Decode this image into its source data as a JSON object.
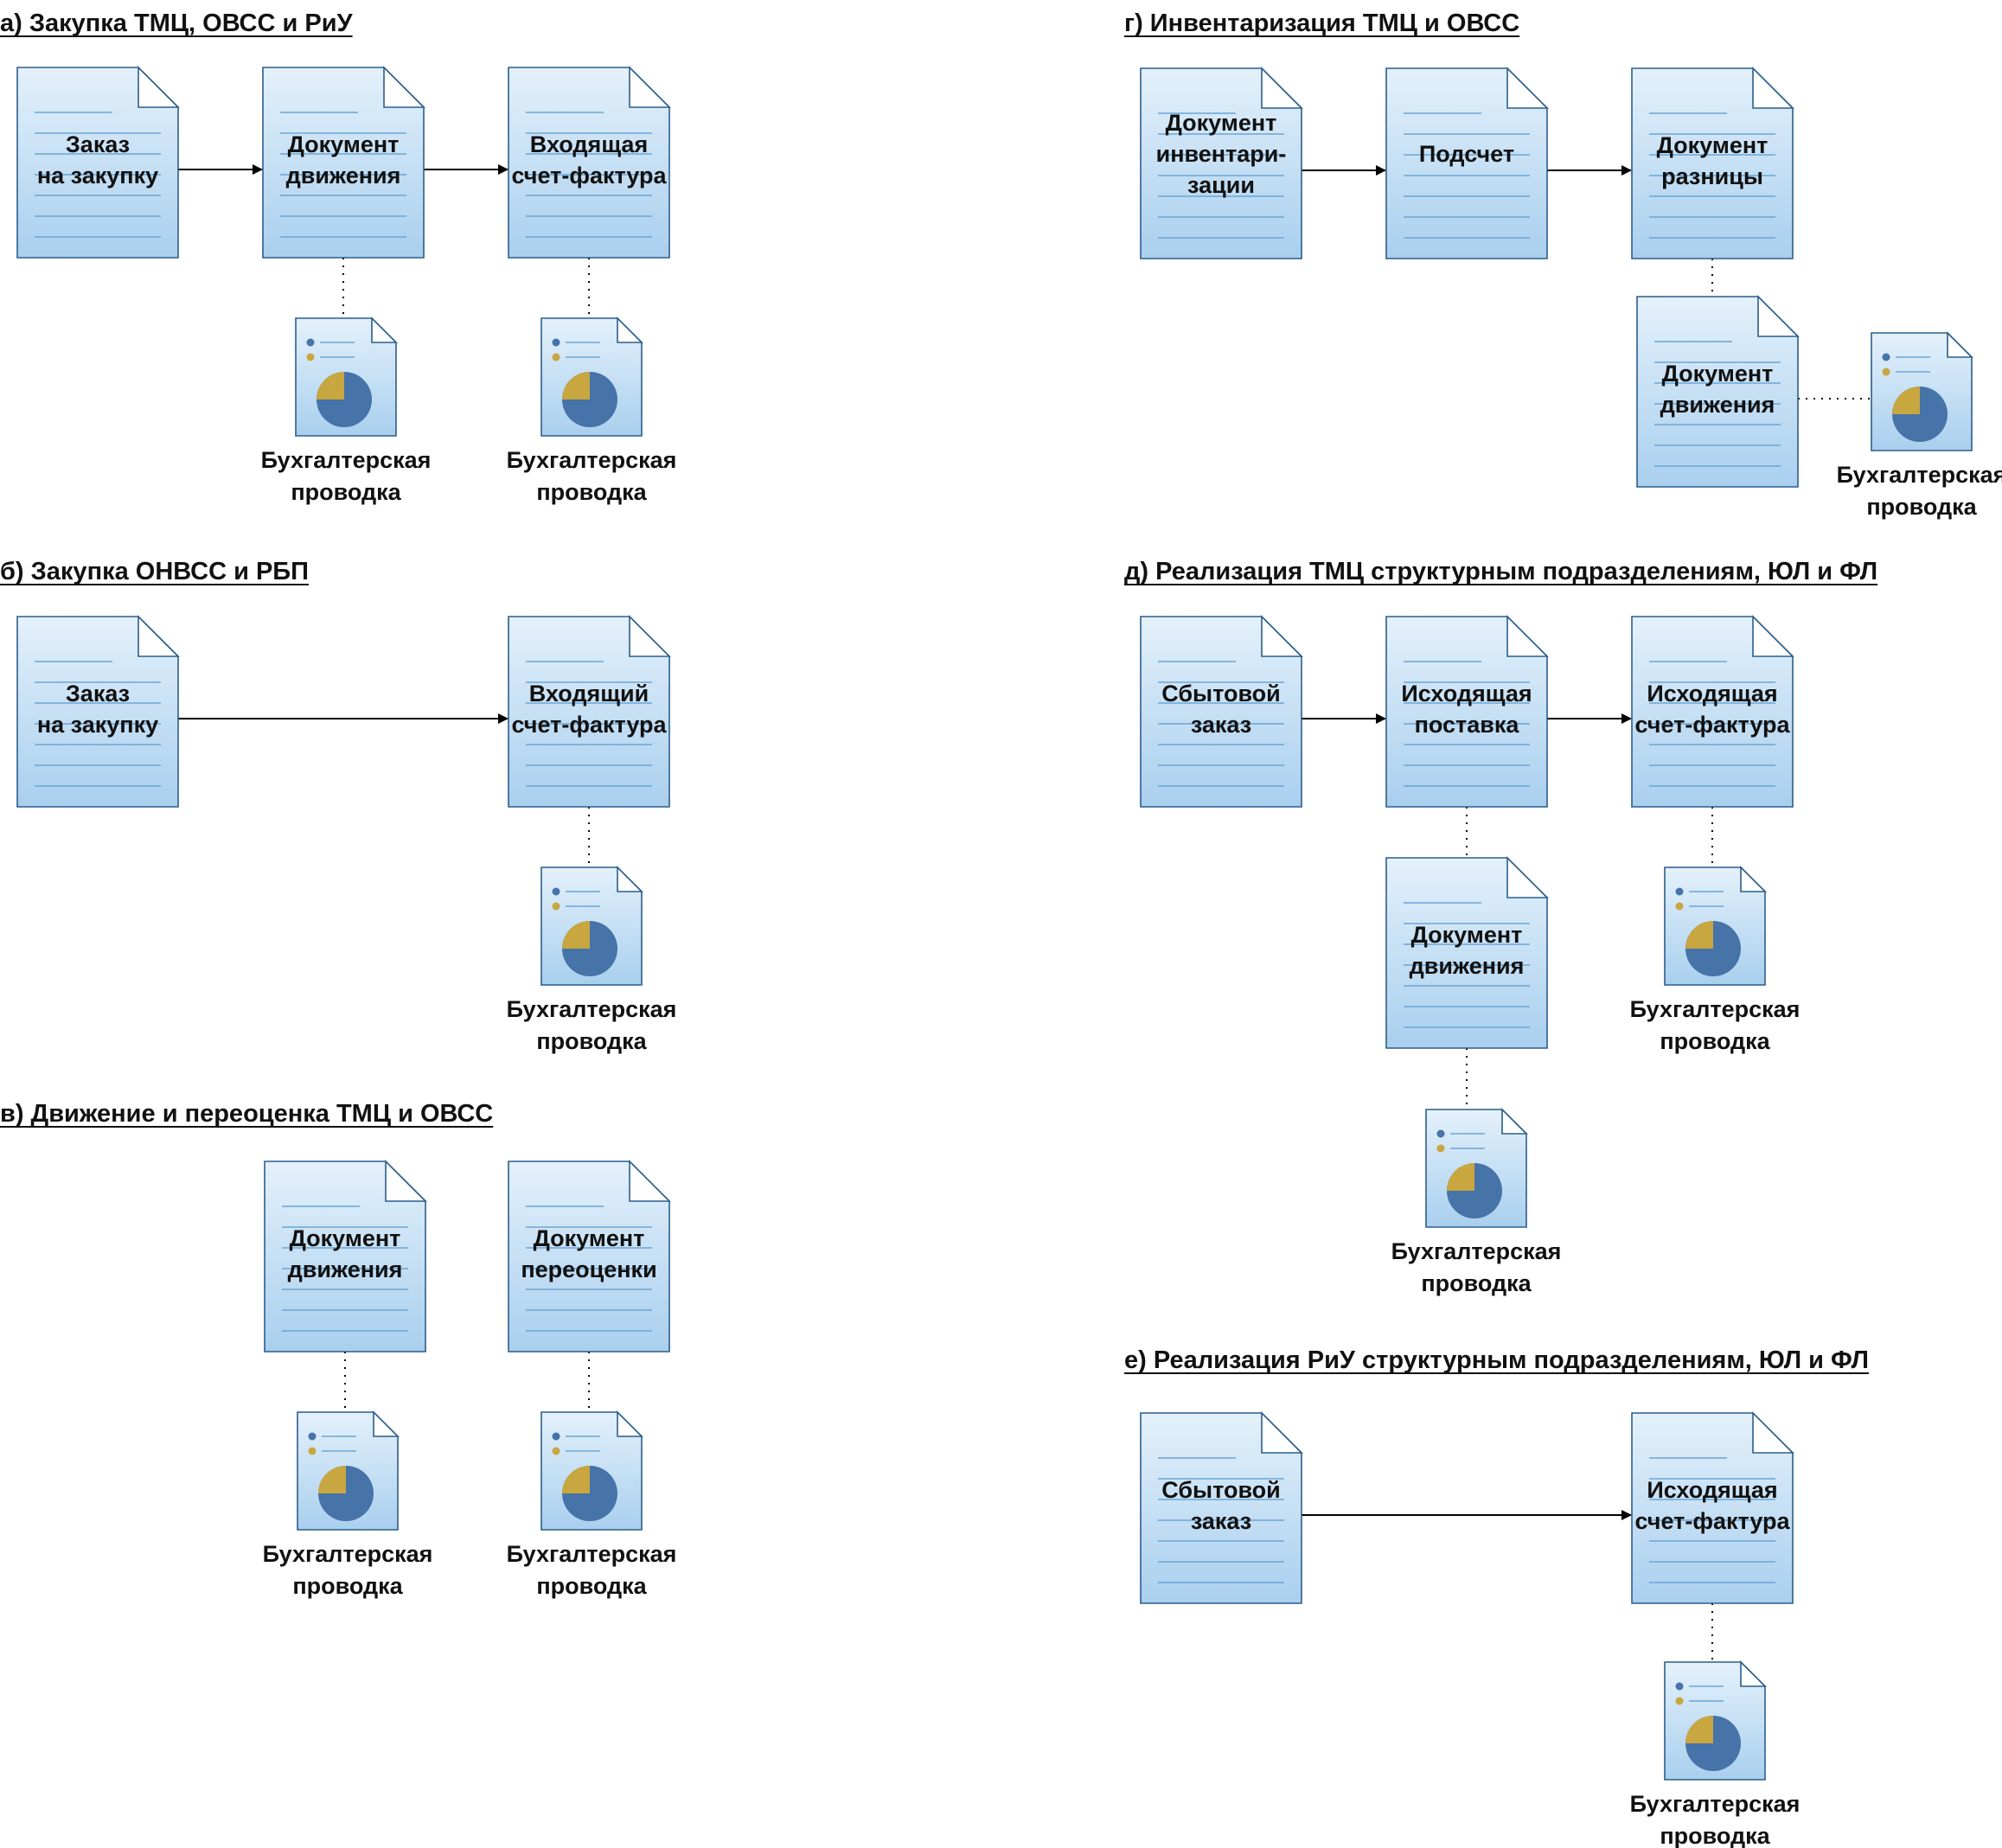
{
  "sections": [
    {
      "id": "a",
      "title": "а) Закупка ТМЦ, ОВСС и РиУ",
      "docs": [
        {
          "id": "a1",
          "lines": [
            "Заказ",
            "на закупку"
          ]
        },
        {
          "id": "a2",
          "lines": [
            "Документ",
            "движения"
          ]
        },
        {
          "id": "a3",
          "lines": [
            "Входящая",
            "счет-фактура"
          ]
        }
      ],
      "entries": [
        {
          "id": "ae1",
          "lines": [
            "Бухгалтерская",
            "проводка"
          ]
        },
        {
          "id": "ae2",
          "lines": [
            "Бухгалтерская",
            "проводка"
          ]
        }
      ]
    },
    {
      "id": "b",
      "title": "б) Закупка ОНВСС и РБП",
      "docs": [
        {
          "id": "b1",
          "lines": [
            "Заказ",
            "на закупку"
          ]
        },
        {
          "id": "b2",
          "lines": [
            "Входящий",
            "счет-фактура"
          ]
        }
      ],
      "entries": [
        {
          "id": "be1",
          "lines": [
            "Бухгалтерская",
            "проводка"
          ]
        }
      ]
    },
    {
      "id": "v",
      "title": "в) Движение и переоценка ТМЦ и ОВСС",
      "docs": [
        {
          "id": "v1",
          "lines": [
            "Документ",
            "движения"
          ]
        },
        {
          "id": "v2",
          "lines": [
            "Документ",
            "переоценки"
          ]
        }
      ],
      "entries": [
        {
          "id": "ve1",
          "lines": [
            "Бухгалтерская",
            "проводка"
          ]
        },
        {
          "id": "ve2",
          "lines": [
            "Бухгалтерская",
            "проводка"
          ]
        }
      ]
    },
    {
      "id": "g",
      "title": "г) Инвентаризация ТМЦ и ОВСС",
      "docs": [
        {
          "id": "g1",
          "lines": [
            "Документ",
            "инвентари-",
            "зации"
          ]
        },
        {
          "id": "g2",
          "lines": [
            "Подсчет"
          ]
        },
        {
          "id": "g3",
          "lines": [
            "Документ",
            "разницы"
          ]
        },
        {
          "id": "g4",
          "lines": [
            "Документ",
            "движения"
          ]
        }
      ],
      "entries": [
        {
          "id": "ge1",
          "lines": [
            "Бухгалтерская",
            "проводка"
          ]
        }
      ]
    },
    {
      "id": "d",
      "title": "д) Реализация ТМЦ структурным подразделениям, ЮЛ и ФЛ",
      "docs": [
        {
          "id": "d1",
          "lines": [
            "Сбытовой",
            "заказ"
          ]
        },
        {
          "id": "d2",
          "lines": [
            "Исходящая",
            "поставка"
          ]
        },
        {
          "id": "d3",
          "lines": [
            "Исходящая",
            "счет-фактура"
          ]
        },
        {
          "id": "d4",
          "lines": [
            "Документ",
            "движения"
          ]
        }
      ],
      "entries": [
        {
          "id": "de1",
          "lines": [
            "Бухгалтерская",
            "проводка"
          ]
        },
        {
          "id": "de2",
          "lines": [
            "Бухгалтерская",
            "проводка"
          ]
        }
      ]
    },
    {
      "id": "e",
      "title": "е) Реализация РиУ структурным подразделениям, ЮЛ и ФЛ",
      "docs": [
        {
          "id": "e1",
          "lines": [
            "Сбытовой",
            "заказ"
          ]
        },
        {
          "id": "e2",
          "lines": [
            "Исходящая",
            "счет-фактура"
          ]
        }
      ],
      "entries": [
        {
          "id": "ee1",
          "lines": [
            "Бухгалтерская",
            "проводка"
          ]
        }
      ]
    }
  ],
  "colors": {
    "doc_fill_top": "#e4f1fb",
    "doc_fill_bottom": "#a9cfee",
    "doc_stroke": "#2b5e8c",
    "doc_line": "#6aa6d6",
    "pie_main": "#4673a8",
    "pie_slice": "#c8a640",
    "text": "#111111"
  }
}
